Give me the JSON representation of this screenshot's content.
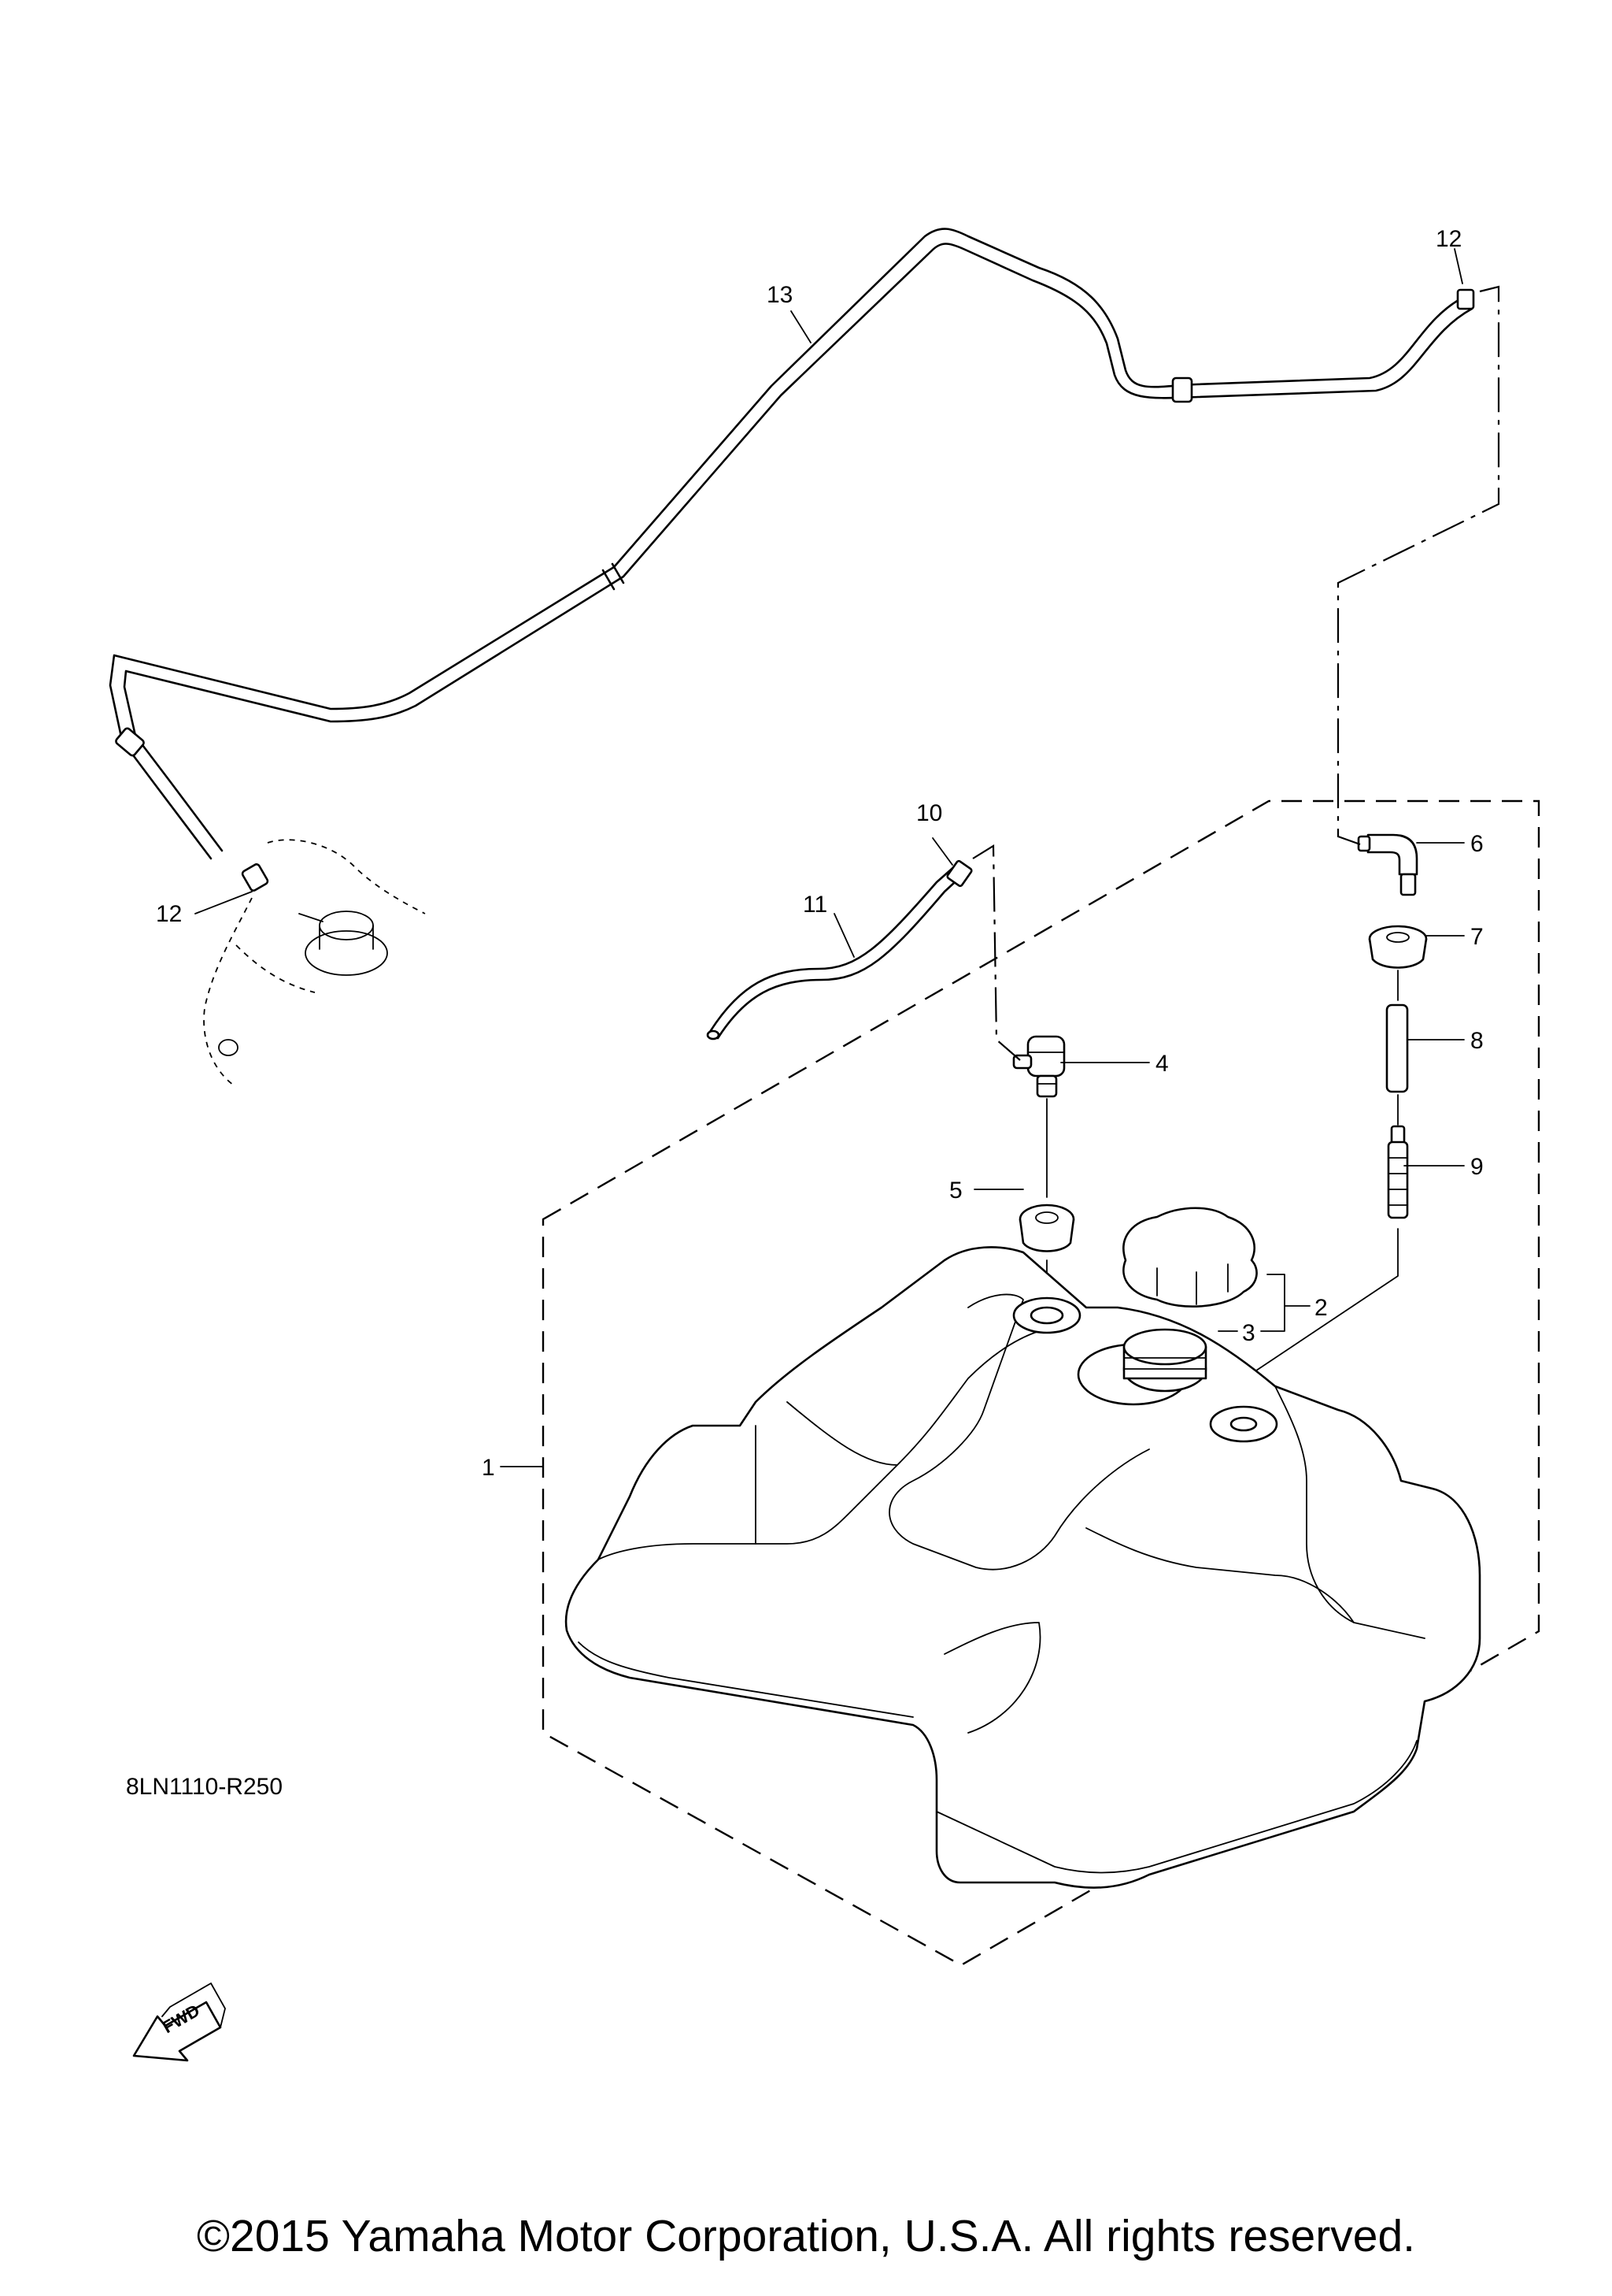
{
  "callouts": {
    "c1": "1",
    "c2": "2",
    "c3": "3",
    "c4": "4",
    "c5": "5",
    "c6": "6",
    "c7": "7",
    "c8": "8",
    "c9": "9",
    "c10": "10",
    "c11": "11",
    "c12a": "12",
    "c12b": "12",
    "c13": "13"
  },
  "fwd_label": "FWD",
  "diagram_code": "8LN1110-R250",
  "copyright": "©2015 Yamaha Motor Corporation, U.S.A. All rights reserved."
}
